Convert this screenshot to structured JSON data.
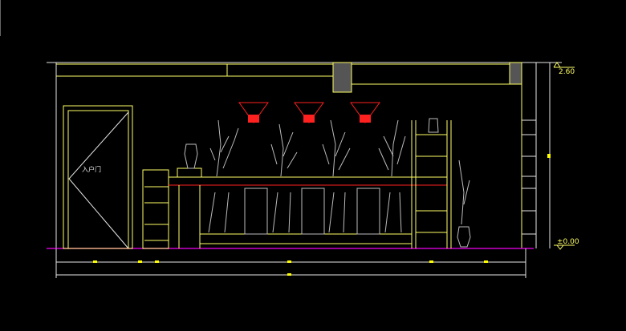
{
  "drawing": {
    "door_label": "入户门",
    "elevation_top": "2.60",
    "elevation_floor": "±0.00",
    "colors": {
      "background": "#000000",
      "lines": "#ffff66",
      "floor": "#cc00cc",
      "lamps": "#ff2020",
      "plants": "#cccccc"
    }
  }
}
